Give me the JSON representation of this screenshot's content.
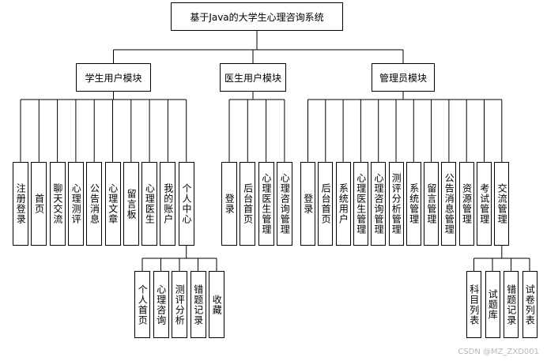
{
  "title": "基于Java的大学生心理咨询系统",
  "modules": [
    {
      "label": "学生用户模块",
      "items": [
        {
          "label": "注册登录"
        },
        {
          "label": "首页"
        },
        {
          "label": "聊天交流"
        },
        {
          "label": "心理测评"
        },
        {
          "label": "公告消息"
        },
        {
          "label": "心理文章"
        },
        {
          "label": "留言板"
        },
        {
          "label": "心理医生"
        },
        {
          "label": "我的账户"
        },
        {
          "label": "个人中心",
          "children": [
            "个人首页",
            "心理咨询",
            "测评分析",
            "错题记录",
            "收藏"
          ]
        }
      ]
    },
    {
      "label": "医生用户模块",
      "items": [
        {
          "label": "登录"
        },
        {
          "label": "后台首页"
        },
        {
          "label": "心理医生管理"
        },
        {
          "label": "心理咨询管理"
        }
      ]
    },
    {
      "label": "管理员模块",
      "items": [
        {
          "label": "登录"
        },
        {
          "label": "后台首页"
        },
        {
          "label": "系统用户"
        },
        {
          "label": "心理医生管理"
        },
        {
          "label": "心理咨询管理"
        },
        {
          "label": "测评分析管理"
        },
        {
          "label": "系统管理"
        },
        {
          "label": "留言管理"
        },
        {
          "label": "公告消息管理"
        },
        {
          "label": "资源管理"
        },
        {
          "label": "考试管理"
        },
        {
          "label": "交流管理",
          "children": [
            "科目列表",
            "试题库",
            "错题记录",
            "试卷列表"
          ]
        }
      ]
    }
  ],
  "watermark": "CSDN @MZ_ZXD001"
}
